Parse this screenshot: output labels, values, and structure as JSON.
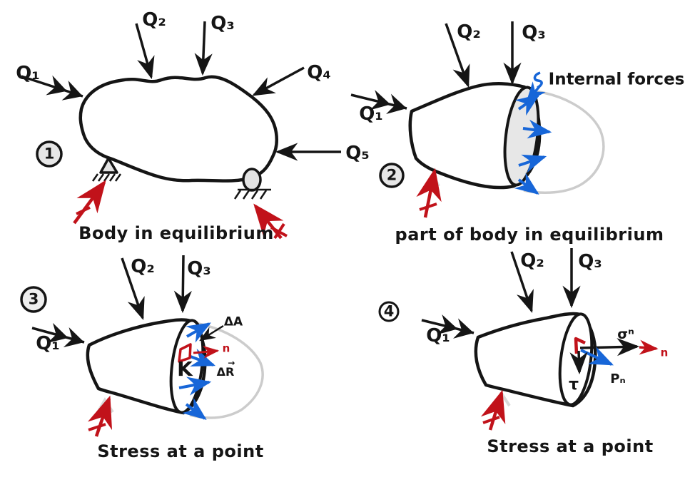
{
  "title": "Stress at a point — hand-drawn mechanics diagram",
  "colors": {
    "ink": "#151515",
    "reaction_red": "#c1121a",
    "internal_blue": "#1766d8",
    "ghost_gray": "#cccccc",
    "face_gray": "#e7e7e7"
  },
  "panel1": {
    "number": "1",
    "q1": "Q₁",
    "q2": "Q₂",
    "q3": "Q₃",
    "q4": "Q₄",
    "q5": "Q₅",
    "caption": "Body in equilibrium"
  },
  "panel2": {
    "number": "2",
    "q1": "Q₁",
    "q2": "Q₂",
    "q3": "Q₃",
    "annotation": "Internal forces",
    "caption": "part of body in equilibrium"
  },
  "panel3": {
    "number": "3",
    "q1": "Q₁",
    "q2": "Q₂",
    "q3": "Q₃",
    "point_label": "K",
    "area_label": "ΔA",
    "resultant_label": "ΔR",
    "vec_arrow": "→",
    "normal_label": "n",
    "caption": "Stress at a point"
  },
  "panel4": {
    "number": "4",
    "q1": "Q₁",
    "q2": "Q₂",
    "q3": "Q₃",
    "sigma_label": "σⁿ",
    "normal_label": "n",
    "traction_label": "Pₙ",
    "shear_label": "τ",
    "caption": "Stress at a point"
  }
}
